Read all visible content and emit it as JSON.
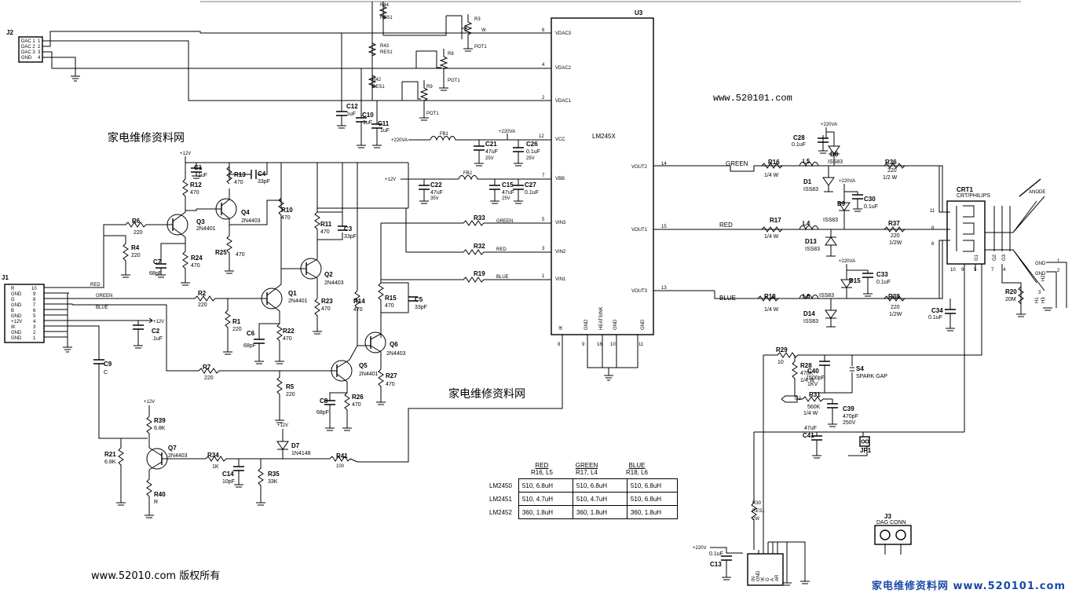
{
  "watermarks": {
    "site_top": "www.520101.com",
    "cn_upper": "家电维修资料网",
    "cn_mid": "家电维修资料网",
    "copyright": "www.52010.com 版权所有",
    "footer": "家电维修资料网 www.520101.com"
  },
  "connectors": {
    "j2": {
      "ref": "J2",
      "pins": [
        "DAC 1",
        "DAC 2",
        "DAC 3",
        "GND"
      ],
      "nums": [
        "1",
        "2",
        "3",
        "4"
      ]
    },
    "j1": {
      "ref": "J1",
      "pins": [
        "R",
        "GND",
        "G",
        "GND",
        "B",
        "GND",
        "+12V",
        "IK",
        "GND",
        "GND"
      ],
      "nums": [
        "10",
        "9",
        "8",
        "7",
        "6",
        "5",
        "4",
        "3",
        "2",
        "1"
      ]
    },
    "j3": {
      "ref": "J3",
      "name": "DAG CONN"
    }
  },
  "ic": {
    "ref": "U3",
    "name": "LM245X",
    "pins_left": [
      [
        "VDAC3",
        "6"
      ],
      [
        "VDAC2",
        "4"
      ],
      [
        "VDAC1",
        "2"
      ],
      [
        "VCC",
        "12"
      ],
      [
        "VBB",
        "7"
      ],
      [
        "VIN3",
        "5"
      ],
      [
        "VIN2",
        "3"
      ],
      [
        "VIN1",
        "1"
      ]
    ],
    "pins_right": [
      [
        "VOUT2",
        "14"
      ],
      [
        "VOUT1",
        "15"
      ],
      [
        "VOUT3",
        "13"
      ]
    ],
    "pins_bottom": [
      [
        "IK",
        "8"
      ],
      [
        "GND",
        "9"
      ],
      [
        "HEATSINK",
        "16"
      ],
      [
        "GND",
        "10"
      ],
      [
        "GND",
        "11"
      ]
    ]
  },
  "nets": {
    "red": "RED",
    "green": "GREEN",
    "blue": "BLUE",
    "w": "W",
    "v220": "+220VA",
    "v12": "+12V",
    "v220v": "+220V"
  },
  "parts": {
    "R44": [
      "R44",
      "RES1"
    ],
    "R43": [
      "R43",
      "RES1"
    ],
    "R42": [
      "R42",
      "RES1"
    ],
    "R3": [
      "R3",
      "POT1"
    ],
    "R8": [
      "R8",
      "POT1"
    ],
    "R9": [
      "R9",
      "POT1"
    ],
    "C12": [
      "C12",
      "1uF"
    ],
    "C10": [
      "C10",
      "1uF"
    ],
    "C11": [
      "C11",
      "1uF"
    ],
    "FB1": [
      "FB1",
      ""
    ],
    "FB2": [
      "FB2",
      ""
    ],
    "C21": [
      "C21",
      "47uF",
      "25V"
    ],
    "C26": [
      "C26",
      "0.1uF",
      "25V"
    ],
    "C22": [
      "C22",
      "47uF",
      "35V"
    ],
    "C15": [
      "C15",
      "47uF",
      "25V"
    ],
    "C27": [
      "C27",
      "0.1uF"
    ],
    "C1": [
      "C1",
      ".1uF"
    ],
    "R12": [
      "R12",
      "470"
    ],
    "R13": [
      "R13",
      "470"
    ],
    "C4": [
      "C4",
      "33pF"
    ],
    "Q3": [
      "Q3",
      "2N4401"
    ],
    "Q4": [
      "Q4",
      "2N4403"
    ],
    "R6": [
      "R6",
      "220"
    ],
    "R4": [
      "R4",
      "220"
    ],
    "C7": [
      "C7",
      "68pF"
    ],
    "R24": [
      "R24",
      "470"
    ],
    "R25": [
      "R25",
      "470"
    ],
    "R10": [
      "R10",
      "470"
    ],
    "R11": [
      "R11",
      "470"
    ],
    "C3": [
      "C3",
      "33pF"
    ],
    "Q2": [
      "Q2",
      "2N4403"
    ],
    "R23": [
      "R23",
      "470"
    ],
    "Q1": [
      "Q1",
      "2N4401"
    ],
    "R2": [
      "R2",
      "220"
    ],
    "R1": [
      "R1",
      "220"
    ],
    "C6": [
      "C6",
      "68pF"
    ],
    "R22": [
      "R22",
      "470"
    ],
    "R14": [
      "R14",
      "470"
    ],
    "R15": [
      "R15",
      "470"
    ],
    "C5": [
      "C5",
      "33pF"
    ],
    "Q6": [
      "Q6",
      "2N4403"
    ],
    "Q5": [
      "Q5",
      "2N4401"
    ],
    "R7": [
      "R7",
      "220"
    ],
    "R5": [
      "R5",
      "220"
    ],
    "R27": [
      "R27",
      "470"
    ],
    "R26": [
      "R26",
      "470"
    ],
    "C8": [
      "C8",
      "68pF"
    ],
    "C2": [
      "C2",
      ".1uF"
    ],
    "C9": [
      "C9",
      "C"
    ],
    "R39": [
      "R39",
      "6.8K"
    ],
    "Q7": [
      "Q7",
      "2N4403"
    ],
    "R21": [
      "R21",
      "6.8K"
    ],
    "R40": [
      "R40",
      "R"
    ],
    "R34": [
      "R34",
      "1K"
    ],
    "C14": [
      "C14",
      "10pF"
    ],
    "R35": [
      "R35",
      "33K"
    ],
    "D7": [
      "D7",
      "1N4148"
    ],
    "R41": [
      "R41",
      "100"
    ],
    "R33": [
      "R33",
      ""
    ],
    "R32": [
      "R32",
      ""
    ],
    "R19": [
      "R19",
      ""
    ],
    "R16": [
      "R16",
      "1/4 W"
    ],
    "L5": [
      "L5",
      ""
    ],
    "R36": [
      "R36",
      "220",
      "1/2 W"
    ],
    "C28": [
      "C28",
      "0.1uF"
    ],
    "D8": [
      "D8",
      "ISS83"
    ],
    "D1": [
      "D1",
      "ISS83"
    ],
    "D9": [
      "D9",
      "ISS83"
    ],
    "C30": [
      "C30",
      "0.1uF"
    ],
    "R17": [
      "R17",
      "1/4 W"
    ],
    "L4": [
      "L4",
      ""
    ],
    "R37": [
      "R37",
      "220",
      "1/2W"
    ],
    "D13": [
      "D13",
      "ISS83"
    ],
    "D15": [
      "D15",
      ""
    ],
    "C33": [
      "C33",
      "0.1uF"
    ],
    "R18": [
      "R18",
      "1/4 W"
    ],
    "L6": [
      "L6",
      ""
    ],
    "R38": [
      "R38",
      "220",
      "1/2W"
    ],
    "D14": [
      "D14",
      "ISS83"
    ],
    "D16": [
      "",
      "ISS83"
    ],
    "C34": [
      "C34",
      "0.1uF"
    ],
    "R20": [
      "R20",
      "20M"
    ],
    "R29": [
      "R29",
      "10"
    ],
    "R28": [
      "R28",
      "470K",
      "1/4 W"
    ],
    "C40": [
      "C40",
      "1500pF",
      "1KV"
    ],
    "S4": [
      "S4",
      "SPARK GAP"
    ],
    "R31": [
      "R31",
      "560K",
      "1/4 W"
    ],
    "C39": [
      "C39",
      "470pF",
      "250V"
    ],
    "C41": [
      "C41",
      "47uF"
    ],
    "JP1": [
      "JP1",
      ""
    ],
    "R30": [
      "R30",
      "RES1",
      "2W"
    ],
    "C13": [
      "C13",
      "0.1uF"
    ],
    "CRT1": [
      "CRT1",
      "CRT/PHILIPS"
    ]
  },
  "crt": {
    "anode": "ANODE",
    "pins": [
      "11",
      "8",
      "6",
      "10",
      "9",
      "5",
      "7",
      "4",
      "1",
      "2",
      "3"
    ],
    "labels": [
      "G1",
      "G2",
      "G3",
      "GND",
      "GND",
      "H2",
      "H1",
      "H3"
    ]
  },
  "table": {
    "groups": [
      {
        "name": "RED",
        "sub": "R16, L5"
      },
      {
        "name": "GREEN",
        "sub": "R17, L4"
      },
      {
        "name": "BLUE",
        "sub": "R18, L6"
      }
    ],
    "rows": [
      {
        "part": "LM2450",
        "cells": [
          "510, 6.8uH",
          "510, 6.8uH",
          "510, 6.8uH"
        ]
      },
      {
        "part": "LM2451",
        "cells": [
          "510, 4.7uH",
          "510, 4.7uH",
          "510, 6.8uH"
        ]
      },
      {
        "part": "LM2452",
        "cells": [
          "360, 1.8uH",
          "360, 1.8uH",
          "360, 1.8uH"
        ]
      }
    ]
  },
  "bottom_conn": {
    "pins": [
      "IN",
      "GND",
      "IK",
      "G",
      "A",
      "AR"
    ]
  }
}
